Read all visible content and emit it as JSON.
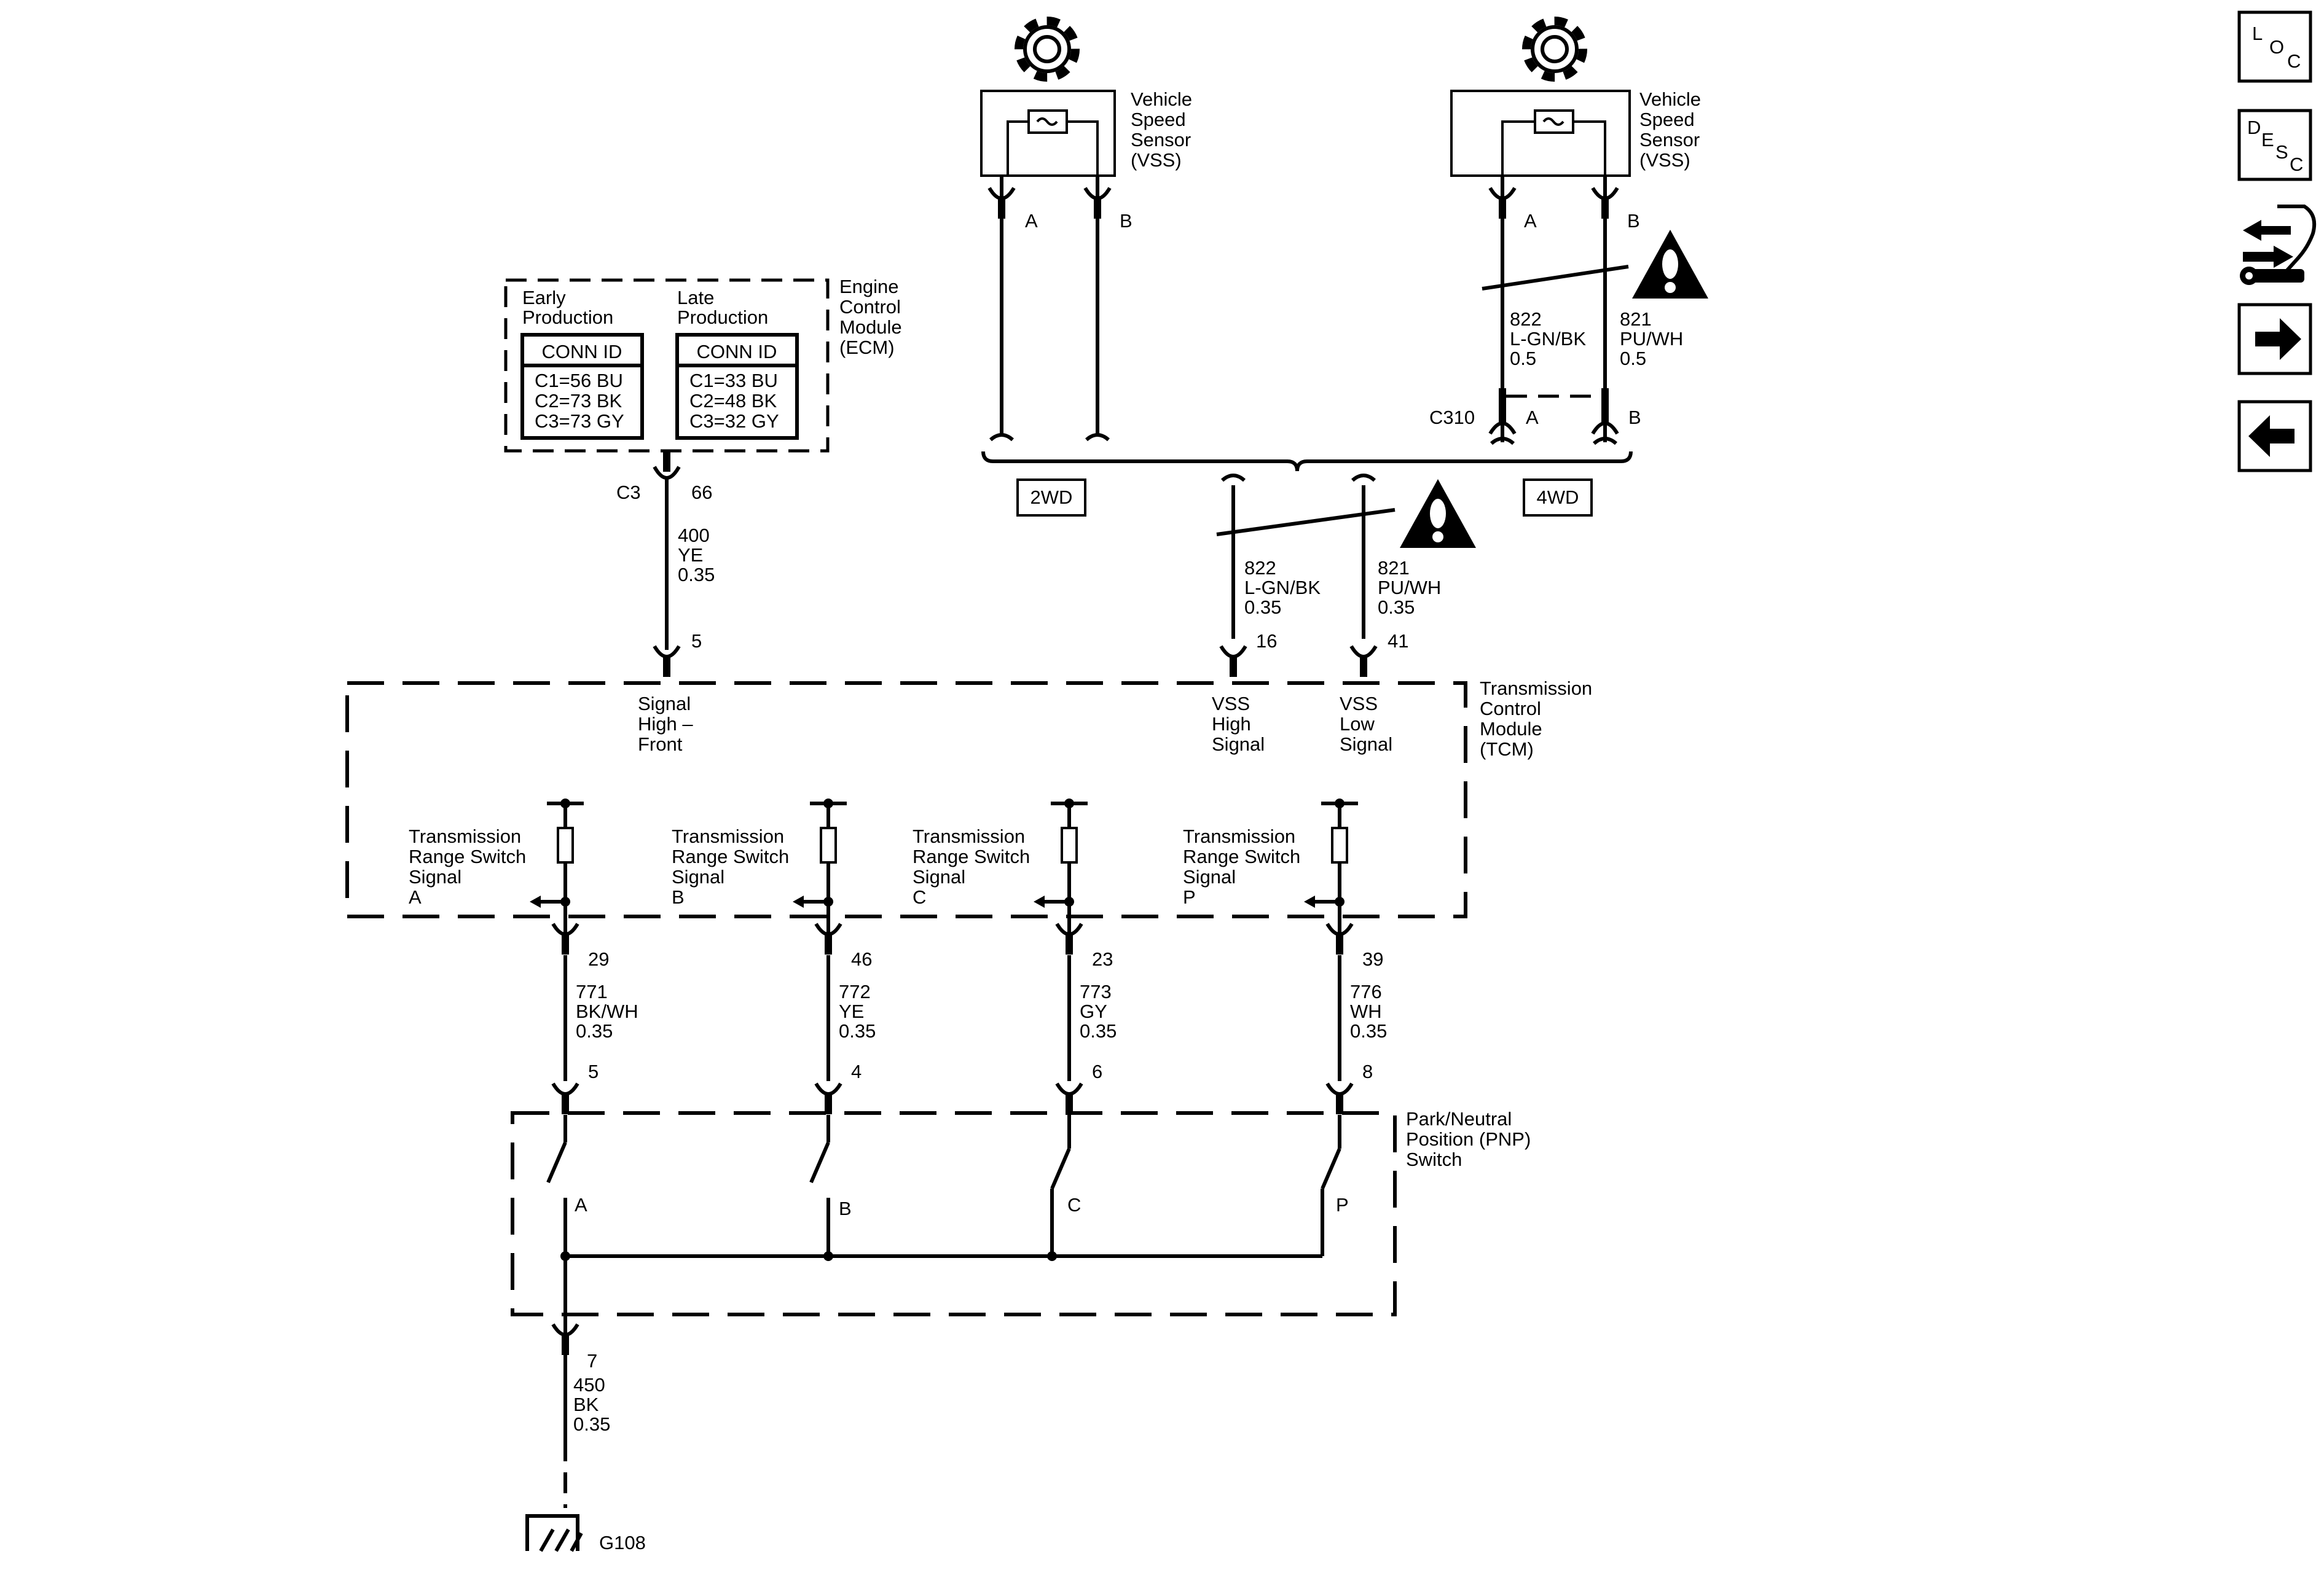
{
  "vss_left": {
    "label": [
      "Vehicle",
      "Speed",
      "Sensor",
      "(VSS)"
    ],
    "pin_a": "A",
    "pin_b": "B"
  },
  "vss_right": {
    "label": [
      "Vehicle",
      "Speed",
      "Sensor",
      "(VSS)"
    ],
    "pin_a": "A",
    "pin_b": "B",
    "wire_a": [
      "822",
      "L-GN/BK",
      "0.5"
    ],
    "wire_b": [
      "821",
      "PU/WH",
      "0.5"
    ],
    "connector": "C310",
    "conn_pin_a": "A",
    "conn_pin_b": "B"
  },
  "ecm": {
    "label": [
      "Engine",
      "Control",
      "Module",
      "(ECM)"
    ],
    "early_label": [
      "Early",
      "Production"
    ],
    "late_label": [
      "Late",
      "Production"
    ],
    "conn_id_header": "CONN ID",
    "early_conns": [
      "C1=56 BU",
      "C2=73 BK",
      "C3=73 GY"
    ],
    "late_conns": [
      "C1=33 BU",
      "C2=48 BK",
      "C3=32 GY"
    ],
    "connector": "C3",
    "pin": "66",
    "wire": [
      "400",
      "YE",
      "0.35"
    ]
  },
  "drive_options": {
    "two_wd": "2WD",
    "four_wd": "4WD"
  },
  "vss_wires_to_tcm": {
    "high": [
      "822",
      "L-GN/BK",
      "0.35"
    ],
    "low": [
      "821",
      "PU/WH",
      "0.35"
    ],
    "high_pin": "16",
    "low_pin": "41"
  },
  "tcm": {
    "label": [
      "Transmission",
      "Control",
      "Module",
      "(TCM)"
    ],
    "signal_high_pin": "5",
    "signal_high_label": [
      "Signal",
      "High –",
      "Front"
    ],
    "vss_high_label": [
      "VSS",
      "High",
      "Signal"
    ],
    "vss_low_label": [
      "VSS",
      "Low",
      "Signal"
    ],
    "range_signals": [
      {
        "label": [
          "Transmission",
          "Range Switch",
          "Signal",
          "A"
        ],
        "tcm_pin": "29",
        "wire": [
          "771",
          "BK/WH",
          "0.35"
        ],
        "pnp_pin": "5",
        "contact": "A"
      },
      {
        "label": [
          "Transmission",
          "Range Switch",
          "Signal",
          "B"
        ],
        "tcm_pin": "46",
        "wire": [
          "772",
          "YE",
          "0.35"
        ],
        "pnp_pin": "4",
        "contact": "B"
      },
      {
        "label": [
          "Transmission",
          "Range Switch",
          "Signal",
          "C"
        ],
        "tcm_pin": "23",
        "wire": [
          "773",
          "GY",
          "0.35"
        ],
        "pnp_pin": "6",
        "contact": "C"
      },
      {
        "label": [
          "Transmission",
          "Range Switch",
          "Signal",
          "P"
        ],
        "tcm_pin": "39",
        "wire": [
          "776",
          "WH",
          "0.35"
        ],
        "pnp_pin": "8",
        "contact": "P"
      }
    ]
  },
  "pnp": {
    "label": [
      "Park/Neutral",
      "Position (PNP)",
      "Switch"
    ]
  },
  "ground": {
    "pin": "7",
    "wire": [
      "450",
      "BK",
      "0.35"
    ],
    "name": "G108"
  },
  "nav": {
    "loc_letters": [
      "L",
      "O",
      "C"
    ],
    "desc_letters": [
      "D",
      "E",
      "S",
      "C"
    ],
    "icons": [
      "loc-icon",
      "desc-icon",
      "connector-tool-icon",
      "next-arrow-icon",
      "back-arrow-icon"
    ]
  }
}
